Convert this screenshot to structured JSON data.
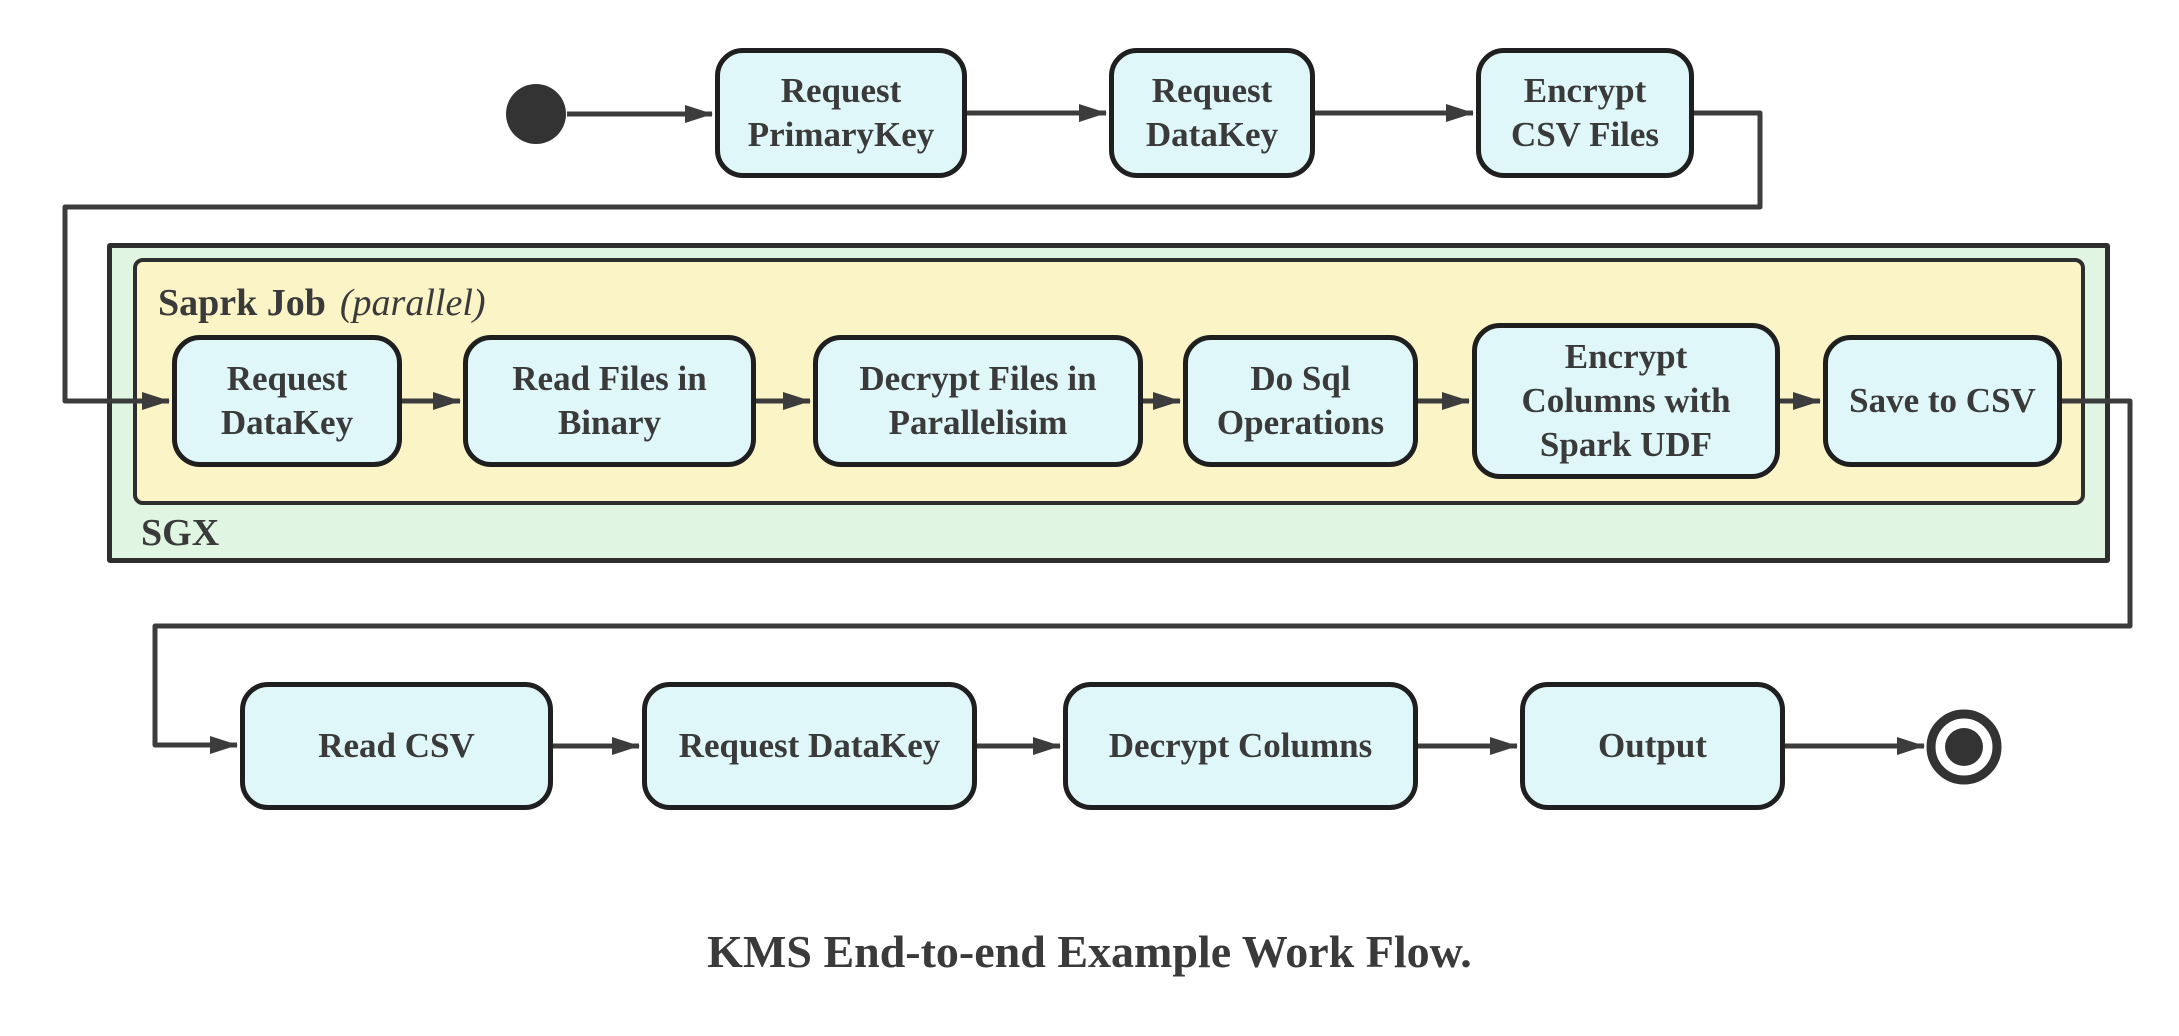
{
  "caption": "KMS End-to-end Example Work Flow.",
  "colors": {
    "background": "#FFFFFF",
    "node_fill": "#E0F7FA",
    "node_border": "#1F1F1F",
    "frame_border": "#2E2E2E",
    "sgx_fill": "#E0F6E3",
    "spark_fill": "#FBF4C6",
    "edge": "#3C3C3C",
    "text": "#3A3A3A",
    "start_end": "#333333"
  },
  "containers": {
    "sgx_label": "SGX",
    "spark_job_label": "Saprk Job",
    "spark_job_qualifier": "(parallel)"
  },
  "nodes": {
    "request_primarykey": "Request\nPrimaryKey",
    "request_datakey_top": "Request\nDataKey",
    "encrypt_csv_files": "Encrypt\nCSV Files",
    "request_datakey_sgx": "Request\nDataKey",
    "read_files_in_binary": "Read Files in\nBinary",
    "decrypt_files_in_parallelisim": "Decrypt Files in\nParallelisim",
    "do_sql_operations": "Do Sql\nOperations",
    "encrypt_columns_with_spark_udf": "Encrypt\nColumns with\nSpark UDF",
    "save_to_csv": "Save to CSV",
    "read_csv": "Read CSV",
    "request_datakey_client": "Request DataKey",
    "decrypt_columns": "Decrypt Columns",
    "output": "Output"
  }
}
